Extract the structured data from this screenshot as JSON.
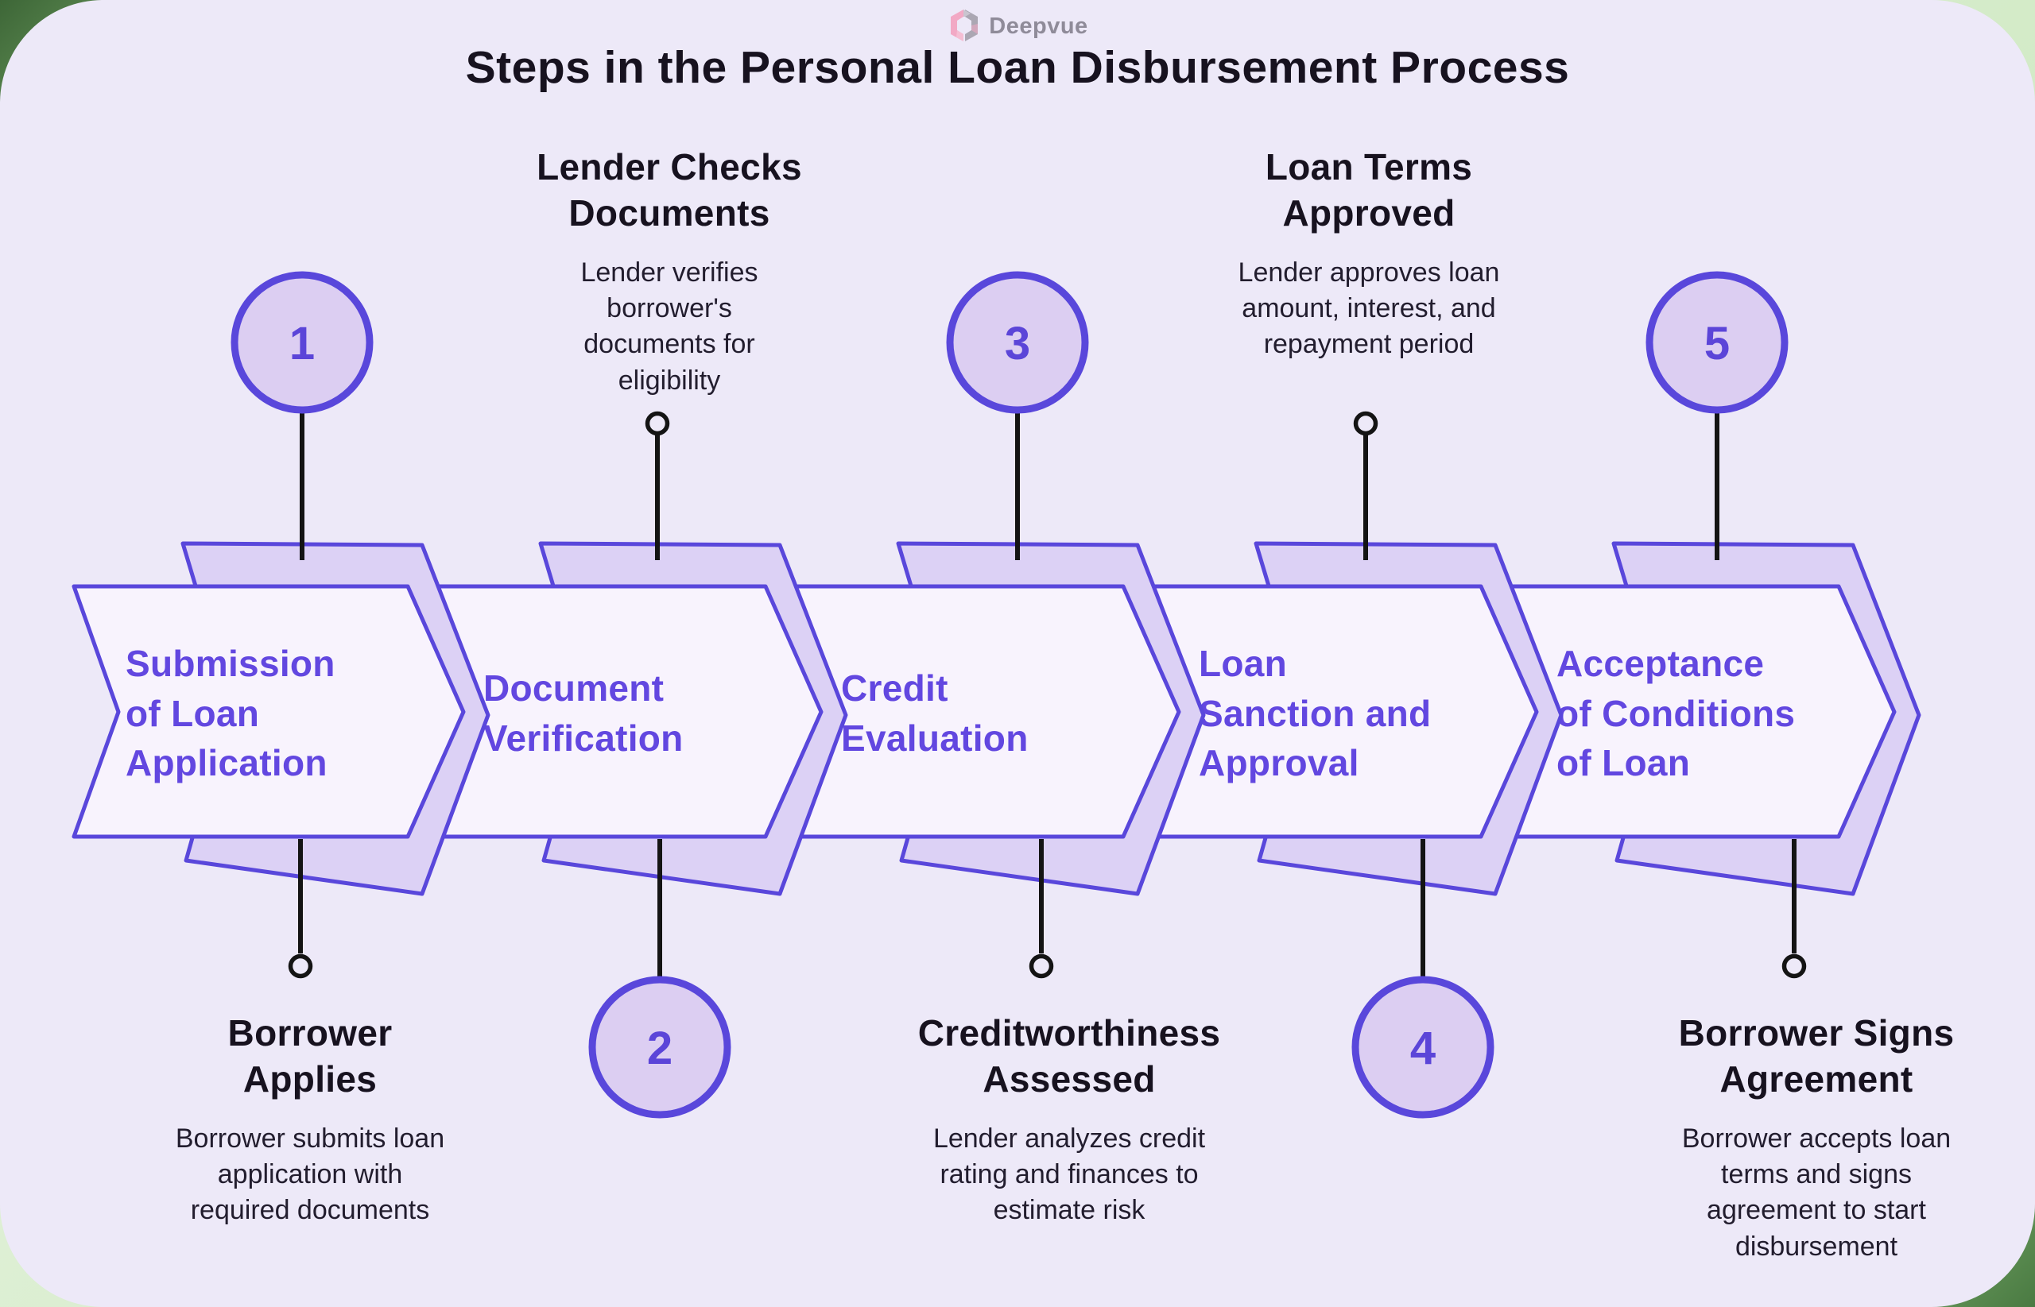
{
  "logo": {
    "text": "Deepvue"
  },
  "title": "Steps in the Personal Loan Disbursement Process",
  "colors": {
    "card_background": "#EDE9F8",
    "chevron_front_fill": "#F8F3FD",
    "chevron_back_fill": "#DCD1F5",
    "chevron_stroke": "#5947DB",
    "step_label_text": "#6247E0",
    "circle_fill": "#DCCEF2",
    "circle_number": "#5B45D8",
    "heading_text": "#17121F",
    "description_text": "#221D2E",
    "connector_line": "#141414",
    "logo_pink": "#F0A8C4",
    "logo_gray": "#8F8B99",
    "corner_green": "#4A7A42"
  },
  "steps": [
    {
      "number": "1",
      "label": "Submission of Loan Application",
      "note_position": "bottom",
      "note_title": "Borrower Applies",
      "note_desc": "Borrower submits loan application with required documents"
    },
    {
      "number": "2",
      "label": "Document Verification",
      "note_position": "top",
      "note_title": "Lender Checks Documents",
      "note_desc": "Lender verifies borrower's documents for eligibility"
    },
    {
      "number": "3",
      "label": "Credit Evaluation",
      "note_position": "bottom",
      "note_title": "Creditworthiness Assessed",
      "note_desc": "Lender analyzes credit rating and finances to estimate risk"
    },
    {
      "number": "4",
      "label": "Loan Sanction and Approval",
      "note_position": "top",
      "note_title": "Loan Terms Approved",
      "note_desc": "Lender approves loan amount, interest, and repayment period"
    },
    {
      "number": "5",
      "label": "Acceptance of Conditions of Loan",
      "note_position": "bottom",
      "note_title": "Borrower Signs Agreement",
      "note_desc": "Borrower accepts loan terms and signs agreement to start disbursement"
    }
  ]
}
